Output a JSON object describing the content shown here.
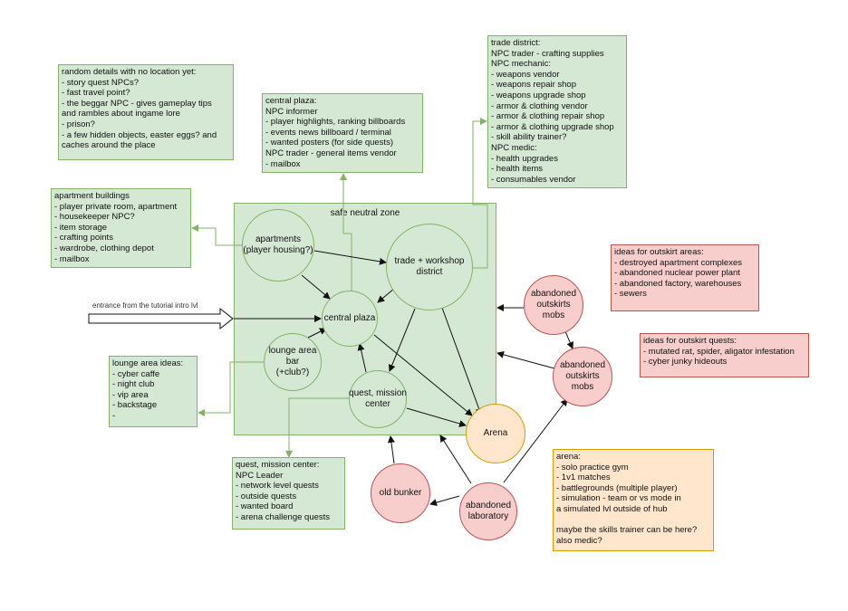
{
  "zone": {
    "label": "safe neutral zone"
  },
  "nodes": {
    "apartments": "apartments\n(player housing?)",
    "trade": "trade + workshop\ndistrict",
    "plaza": "central plaza",
    "lounge": "lounge area\nbar\n(+club?)",
    "quest": "quest, mission\ncenter",
    "arena": "Arena",
    "mobs1": "abandoned\noutskirts\nmobs",
    "mobs2": "abandoned\noutskirts\nmobs",
    "bunker": "old bunker",
    "lab": "abandoned\nlaboratory"
  },
  "entrance_label": "entrance from the tutorial intro lvl",
  "notes": {
    "random": [
      "random details with no location yet:",
      "- story quest NPCs?",
      "- fast travel point?",
      "- the beggar NPC - gives gameplay tips",
      "and rambles about ingame lore",
      "- prison?",
      "- a few hidden objects, easter eggs? and",
      "caches around the place"
    ],
    "central": [
      "central plaza:",
      "NPC informer",
      "- player highlights, ranking billboards",
      "- events news billboard / terminal",
      "- wanted posters (for side quests)",
      "NPC trader - general items vendor",
      "- mailbox"
    ],
    "trade": [
      "trade district:",
      "NPC trader - crafting supplies",
      "NPC mechanic:",
      "- weapons vendor",
      "- weapons repair shop",
      "- weapons upgrade shop",
      "- armor & clothing vendor",
      "- armor & clothing repair shop",
      "- armor & clothing upgrade shop",
      "- skill ability trainer?",
      "NPC medic:",
      "- health upgrades",
      "- health items",
      "- consumables vendor"
    ],
    "apartment": [
      "apartment buildings",
      "- player private room, apartment",
      "- housekeeper NPC?",
      "- item storage",
      "- crafting points",
      "- wardrobe, clothing depot",
      "- mailbox"
    ],
    "lounge": [
      "lounge area ideas:",
      "- cyber caffe",
      "- night club",
      "- vip area",
      "- backstage",
      "-"
    ],
    "quest": [
      "quest, mission center:",
      "NPC Leader",
      "- network level quests",
      "- outside quests",
      "- wanted board",
      "- arena challenge quests"
    ],
    "outskirt_areas": [
      "ideas for outskirt areas:",
      "- destroyed apartment complexes",
      "- abandoned nuclear power plant",
      "- abandoned factory, warehouses",
      "- sewers"
    ],
    "outskirt_quests": [
      "ideas for outskirt quests:",
      "- mutated rat, spider, aligator infestation",
      "- cyber junky hideouts"
    ],
    "arena": [
      "arena:",
      "- solo practice gym",
      "- 1v1 matches",
      "- battlegrounds (multiple player)",
      "- simulation - team or vs mode in",
      "a simulated lvl outside of hub",
      "",
      "maybe the skills trainer can be here?",
      "also medic?"
    ]
  }
}
